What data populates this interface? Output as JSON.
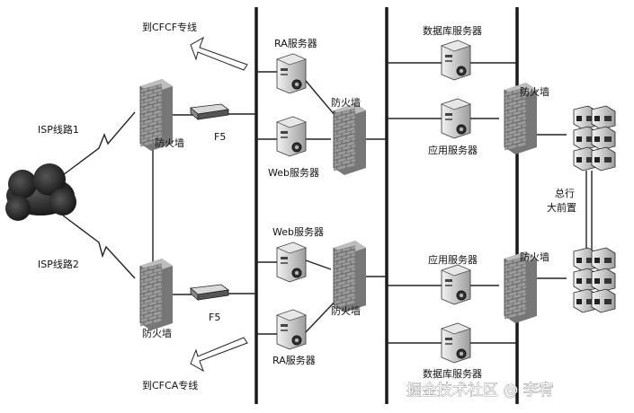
{
  "labels": {
    "to_cfcf": "到CFCF专线",
    "to_cfca": "到CFCA专线",
    "isp1": "ISP线路1",
    "isp2": "ISP线路2",
    "fw_left_top": "防火墙",
    "fw_left_bottom": "防火墙",
    "f5_top": "F5",
    "f5_bottom": "F5",
    "ra_top": "RA服务器",
    "web_top": "Web服务器",
    "fw_mid_top": "防火墙",
    "web_bottom": "Web服务器",
    "ra_bottom": "RA服务器",
    "fw_mid_bottom": "防火墙",
    "db_top": "数据库服务器",
    "app_top": "应用服务器",
    "fw_right_top": "防火墙",
    "app_bottom": "应用服务器",
    "db_bottom": "数据库服务器",
    "fw_right_bottom": "防火墙",
    "head_office_1": "总行",
    "head_office_2": "大前置"
  },
  "watermark": "掘金技术社区 @ 李宥"
}
